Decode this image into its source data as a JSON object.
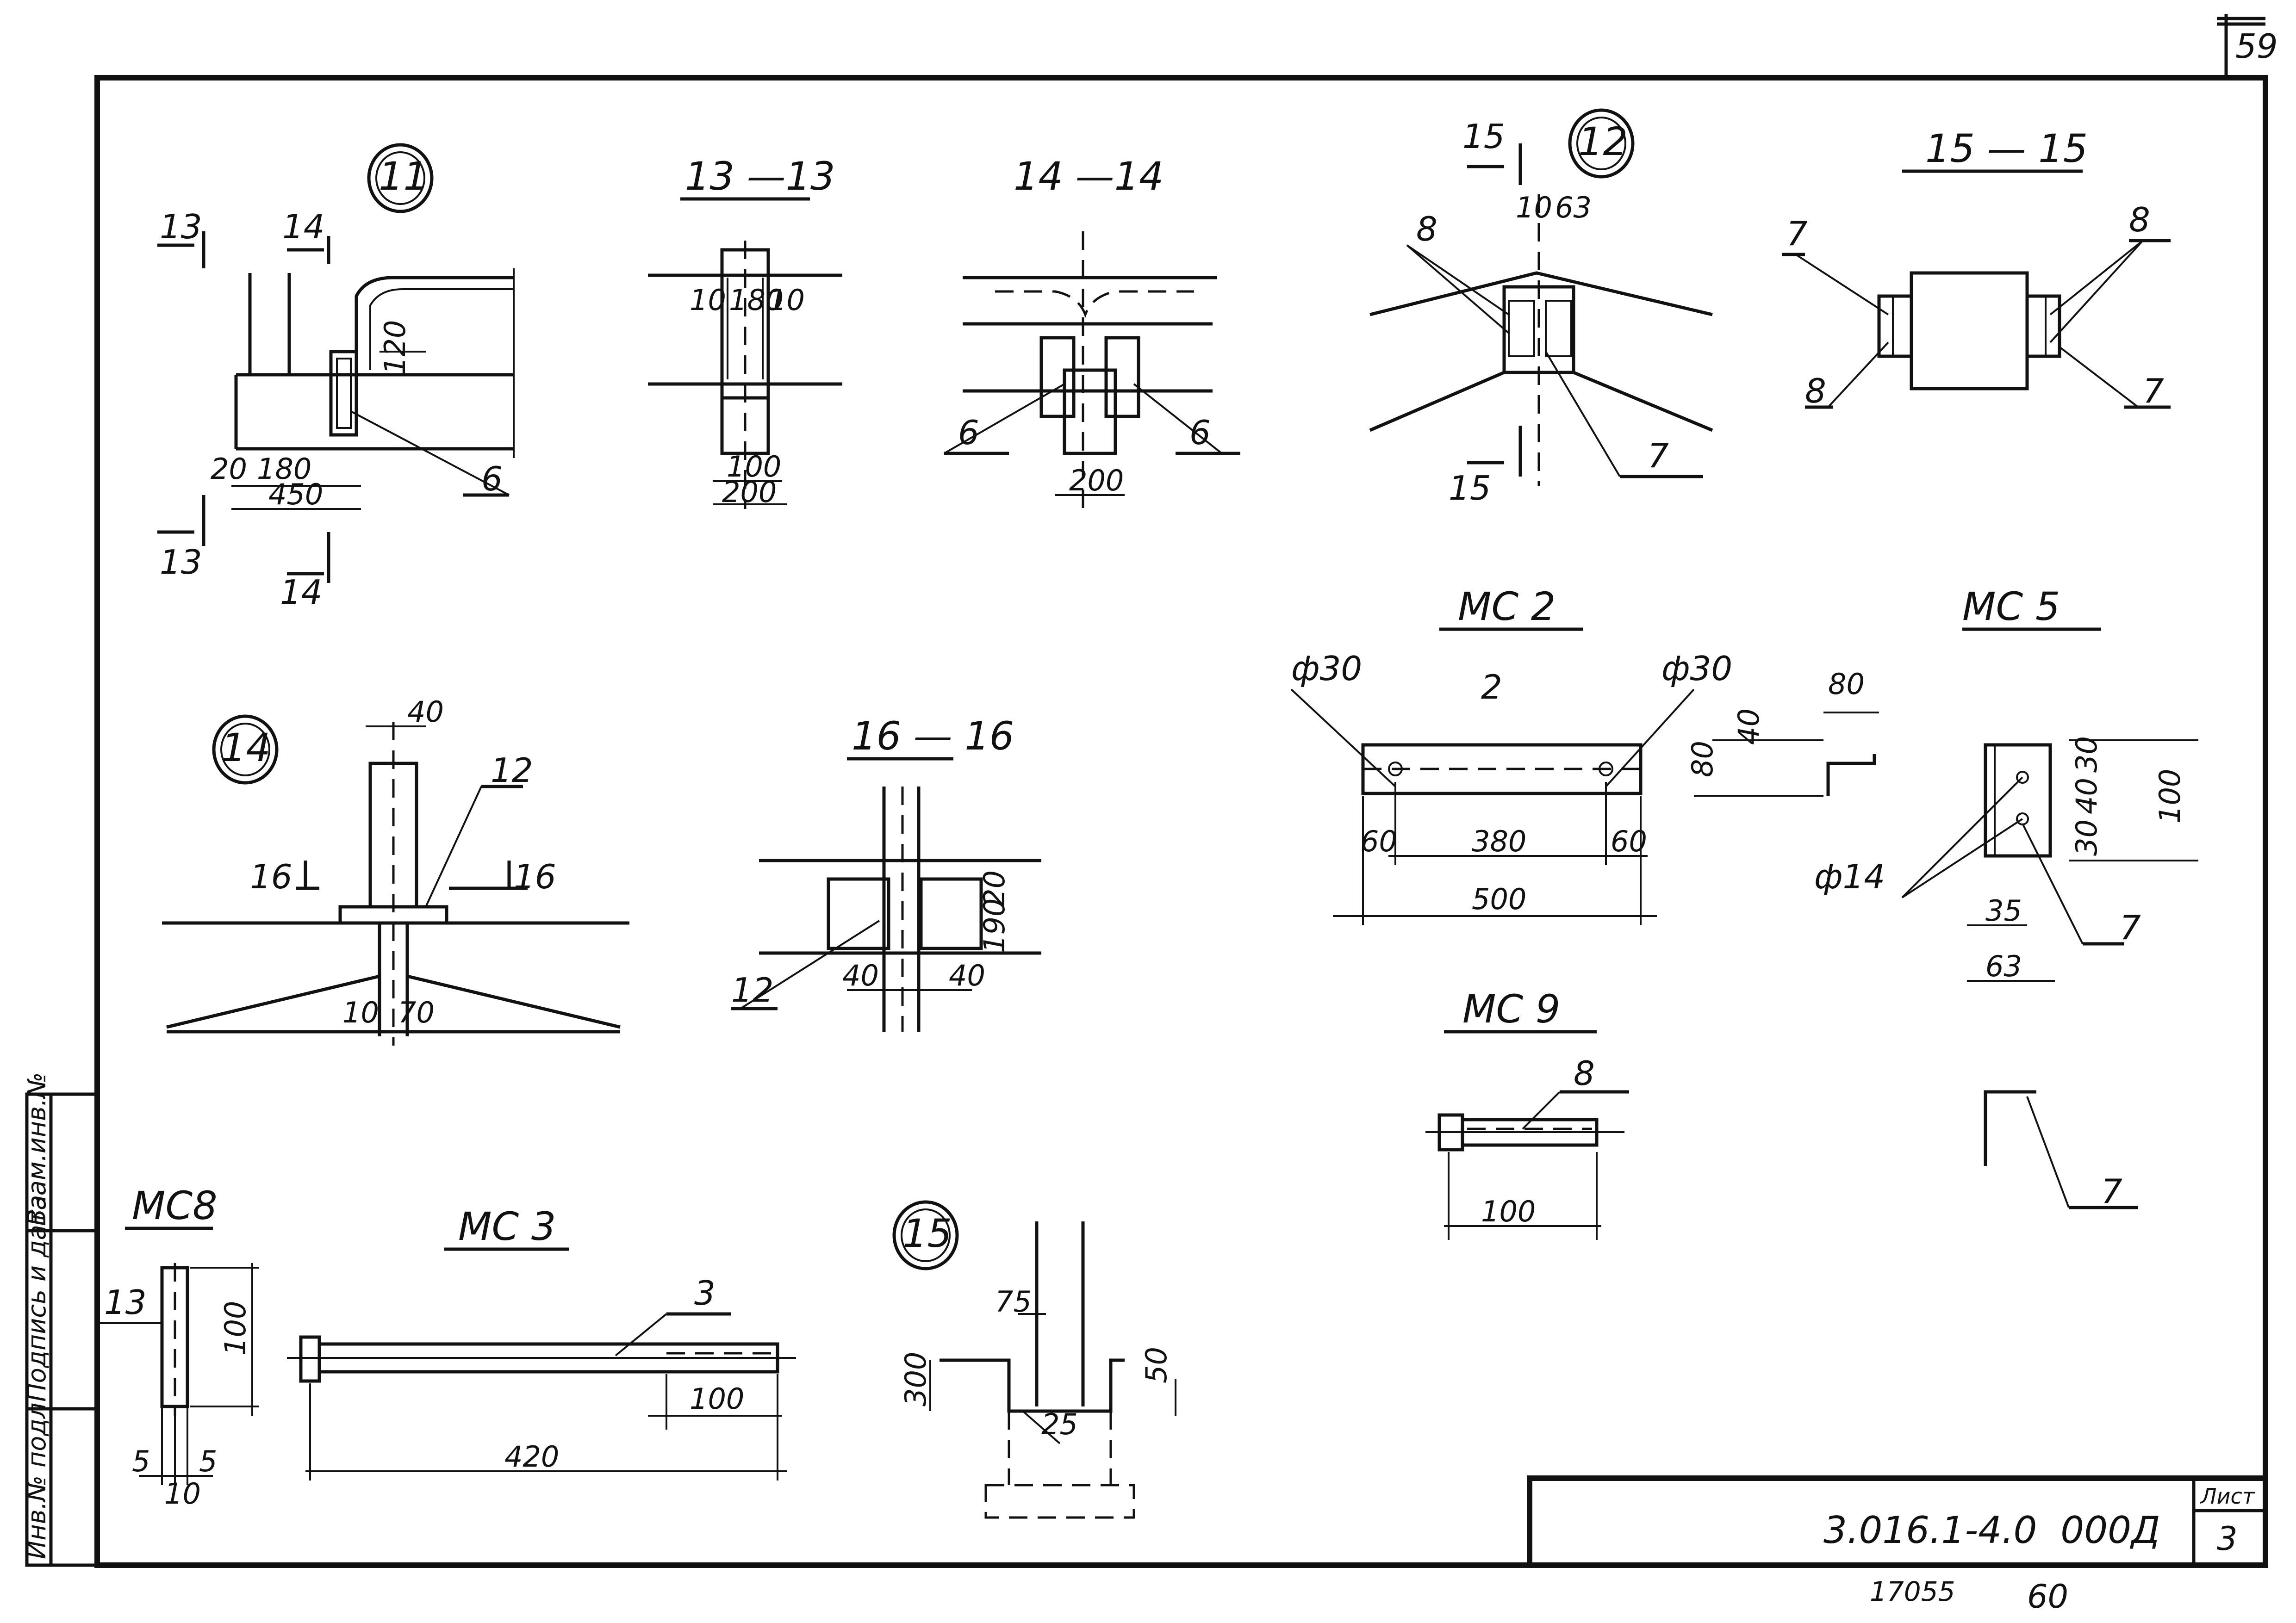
{
  "sheet": {
    "corner_number": "59",
    "stamp_code": "3.016.1-4.0  000Д",
    "sheet_label": "Лист",
    "sheet_number": "3",
    "bottom_inventory": "17055",
    "bottom_format": "60"
  },
  "side_stamp": {
    "inv_orig": "Инв.№ подл",
    "signature_date": "Подпись и дата",
    "replaced_inv": "Взам.инв.№"
  },
  "node11": {
    "marker": "11",
    "sec13_top": "13",
    "sec14_top": "14",
    "sec13_bot": "13",
    "sec14_bot": "14",
    "dim_120": "120",
    "dim_20": "20",
    "dim_180": "180",
    "dim_450": "450",
    "leader_6": "6"
  },
  "sec13": {
    "title": "13 —13",
    "dim_10a": "10",
    "dim_180": "180",
    "dim_10b": "10",
    "dim_100": "100",
    "dim_200": "200"
  },
  "sec14": {
    "title": "14 —14",
    "leader_6a": "6",
    "leader_6b": "6",
    "dim_200": "200"
  },
  "node12": {
    "marker": "12",
    "sec15_top": "15",
    "sec15_bot": "15",
    "dim_10": "10",
    "dim_63": "63",
    "leader_8": "8",
    "leader_7": "7"
  },
  "sec15": {
    "title": "15 — 15",
    "leader_7a": "7",
    "leader_8a": "8",
    "leader_8b": "8",
    "leader_7b": "7"
  },
  "node14": {
    "marker": "14",
    "dim_40": "40",
    "leader_12": "12",
    "sec16a": "16",
    "sec16b": "16",
    "dim_10": "10",
    "dim_70": "70"
  },
  "sec16": {
    "title": "16 — 16",
    "dim_20": "20",
    "dim_190": "190",
    "leader_12": "12",
    "dim_40a": "40",
    "dim_40b": "40"
  },
  "mc2": {
    "title": "МС 2",
    "phi_left": "ф30",
    "phi_right": "ф30",
    "leader_2": "2",
    "dim_60a": "60",
    "dim_380": "380",
    "dim_60b": "60",
    "dim_500": "500",
    "dim_80top": "80",
    "dim_40": "40",
    "dim_80side": "80"
  },
  "mc5": {
    "title": "МС 5",
    "dim_30a": "30",
    "dim_40": "40",
    "dim_30b": "30",
    "dim_100": "100",
    "phi": "ф14",
    "dim_35": "35",
    "dim_63": "63",
    "leader_7": "7",
    "leader_7b": "7"
  },
  "mc9": {
    "title": "МС 9",
    "leader_8": "8",
    "dim_100": "100"
  },
  "mc8": {
    "title": "МС8",
    "leader_13": "13",
    "dim_100": "100",
    "dim_5a": "5",
    "dim_5b": "5",
    "dim_10": "10"
  },
  "mc3": {
    "title": "МС 3",
    "leader_3": "3",
    "dim_100": "100",
    "dim_420": "420"
  },
  "node15": {
    "marker": "15",
    "dim_75": "75",
    "dim_300": "300",
    "dim_50": "50",
    "dim_25": "25"
  }
}
